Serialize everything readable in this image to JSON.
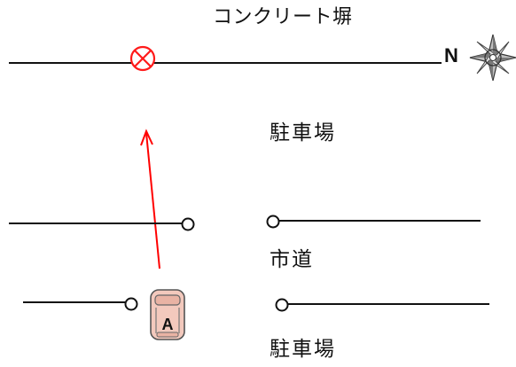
{
  "labels": {
    "wall": "コンクリート塀",
    "parking_top": "駐車場",
    "road": "市道",
    "parking_bottom": "駐車場",
    "north": "N",
    "vehicle": "A"
  },
  "colors": {
    "line": "#111111",
    "impact_marker": "#ff1a1a",
    "path_arrow": "#ff0000",
    "vehicle_fill": "#f3c9bd",
    "vehicle_outline": "#555555",
    "compass_fill": "#bfbfbf"
  },
  "icons": {
    "impact_marker": "circle-x-icon",
    "compass": "compass-rose-icon",
    "vehicle": "car-icon",
    "path": "arrow-up-icon"
  }
}
